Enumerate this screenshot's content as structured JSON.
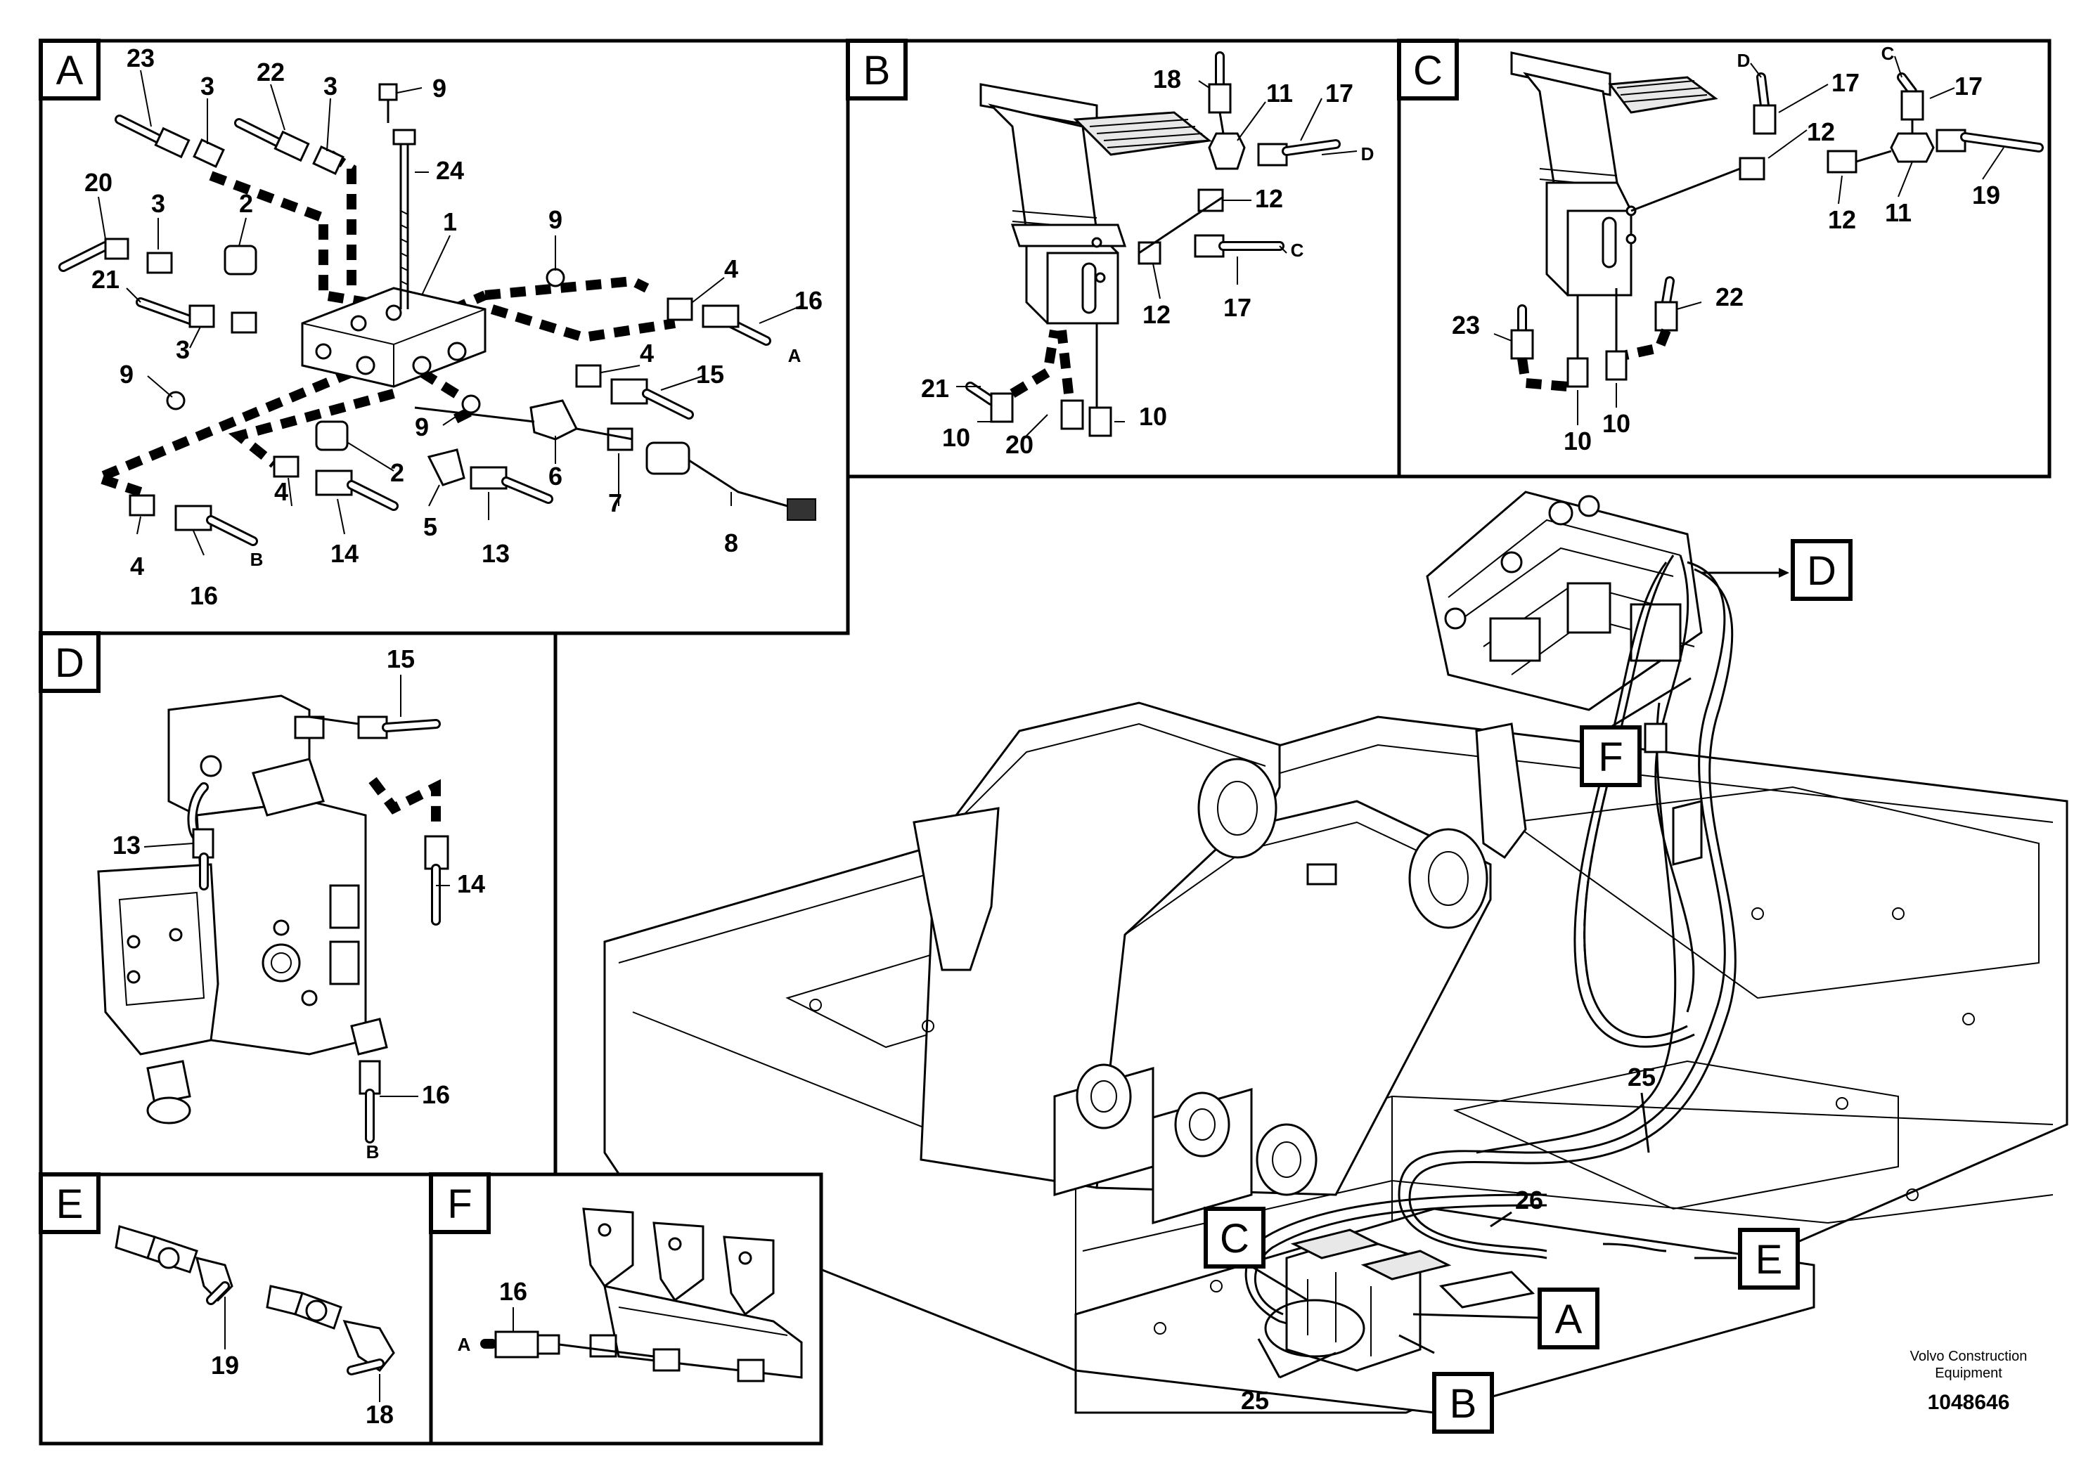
{
  "panels": {
    "A": {
      "tag": "A"
    },
    "B": {
      "tag": "B"
    },
    "C": {
      "tag": "C"
    },
    "D": {
      "tag": "D"
    },
    "E": {
      "tag": "E"
    },
    "F": {
      "tag": "F"
    }
  },
  "panel_a": {
    "n23": "23",
    "n3a": "3",
    "n22": "22",
    "n3b": "3",
    "n9a": "9",
    "n24": "24",
    "n20": "20",
    "n3c": "3",
    "n2a": "2",
    "n1": "1",
    "n9b": "9",
    "n21": "21",
    "n3d": "3",
    "n4a": "4",
    "n16a": "16",
    "lA": "A",
    "n9c": "9",
    "n4b": "4",
    "n15": "15",
    "n9d": "9",
    "n2b": "2",
    "n6": "6",
    "n4c": "4",
    "n5": "5",
    "n13": "13",
    "n7": "7",
    "n8": "8",
    "n14": "14",
    "n4d": "4",
    "lB": "B",
    "n16b": "16"
  },
  "panel_b": {
    "n18": "18",
    "n11": "11",
    "n17a": "17",
    "lD": "D",
    "n12a": "12",
    "n12b": "12",
    "n17b": "17",
    "lC": "C",
    "n21": "21",
    "n10a": "10",
    "n20": "20",
    "n10b": "10"
  },
  "panel_c": {
    "lD": "D",
    "n17a": "17",
    "lC": "C",
    "n17b": "17",
    "n12a": "12",
    "n12b": "12",
    "n11": "11",
    "n19": "19",
    "n23": "23",
    "n22": "22",
    "n10a": "10",
    "n10b": "10"
  },
  "panel_d": {
    "n15": "15",
    "n13": "13",
    "n14": "14",
    "n16": "16",
    "lB": "B"
  },
  "panel_e": {
    "n19": "19",
    "n18": "18"
  },
  "panel_f": {
    "n16": "16",
    "lA": "A"
  },
  "overview": {
    "tagD": "D",
    "tagF": "F",
    "tagC": "C",
    "tagA": "A",
    "tagE": "E",
    "tagB": "B",
    "n25a": "25",
    "n26": "26",
    "n25b": "25"
  },
  "footer": {
    "credit_line1": "Volvo Construction",
    "credit_line2": "Equipment",
    "doc_number": "1048646"
  }
}
